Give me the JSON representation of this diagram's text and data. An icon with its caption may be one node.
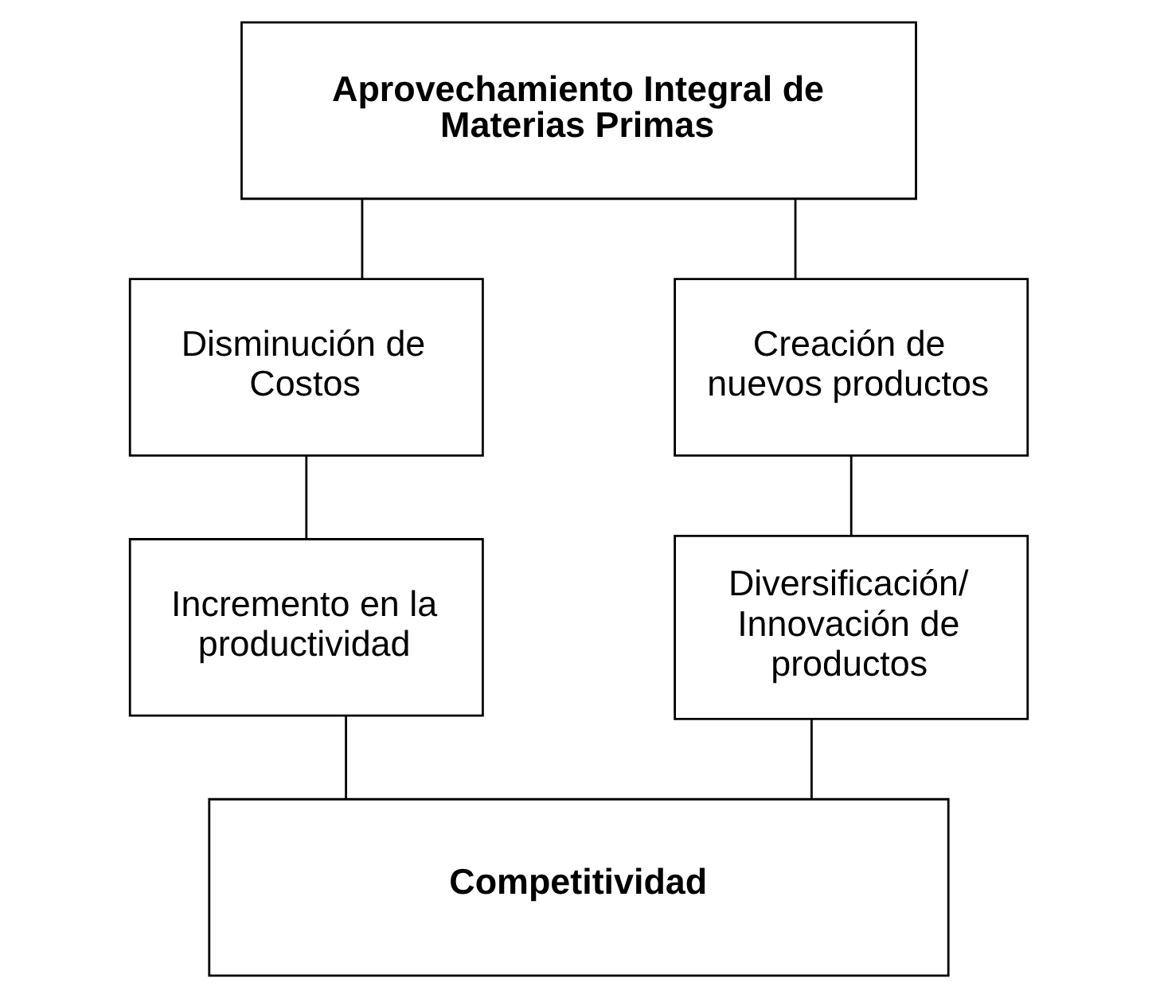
{
  "diagram": {
    "nodes": [
      {
        "text": [
          "Aprovechamiento Integral de Materias Primas"
        ]
      },
      {
        "text": [
          "Disminución de Costos"
        ]
      },
      {
        "text": [
          "Creación de nuevos productos"
        ]
      },
      {
        "text": [
          "Incremento en la productividad"
        ]
      },
      {
        "text": [
          "Diversificación/ Innovación de productos"
        ]
      },
      {
        "text": [
          "Competitividad"
        ]
      }
    ],
    "edges": [
      {
        "from": 0,
        "to": 1,
        "arrow": "none"
      },
      {
        "from": 0,
        "to": 2,
        "arrow": "none"
      },
      {
        "from": 1,
        "to": 3,
        "arrow": "none"
      },
      {
        "from": 2,
        "to": 4,
        "arrow": "none"
      },
      {
        "from": 3,
        "to": 5,
        "arrow": "none"
      },
      {
        "from": 4,
        "to": 5,
        "arrow": "none"
      }
    ]
  }
}
